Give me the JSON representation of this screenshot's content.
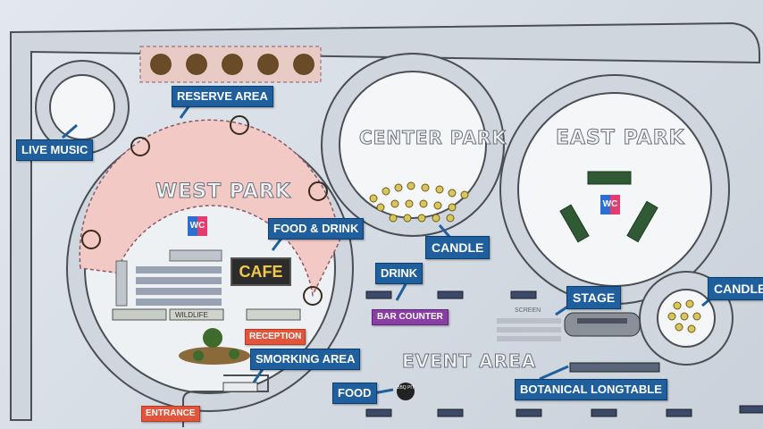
{
  "map": {
    "areas": {
      "west_park": "WEST PARK",
      "center_park": "CENTER PARK",
      "east_park": "EAST PARK",
      "event_area": "EVENT AREA"
    },
    "labels": {
      "reserve_area": "RESERVE AREA",
      "live_music": "LIVE MUSIC",
      "food_drink": "FOOD & DRINK",
      "candle_center": "CANDLE",
      "candle_east": "CANDLE",
      "drink": "DRINK",
      "stage": "STAGE",
      "smoking_area": "SMORKING AREA",
      "food": "FOOD",
      "botanical_longtable": "BOTANICAL LONGTABLE",
      "bar_counter": "BAR COUNTER",
      "reception": "RECEPTION",
      "entrance": "ENTRANCE",
      "screen": "SCREEN"
    },
    "icons": {
      "wc": "WC",
      "cafe": "CAFE",
      "bbq_pit": "BBQ PIT",
      "vendor_west": "WILDLIFE"
    },
    "colors": {
      "label_blue": "#1f5f9e",
      "label_red": "#e2553a",
      "label_purple": "#8a3ea5",
      "path_gray": "#c9d1da",
      "reserve_pink": "#f2c9c4"
    }
  }
}
